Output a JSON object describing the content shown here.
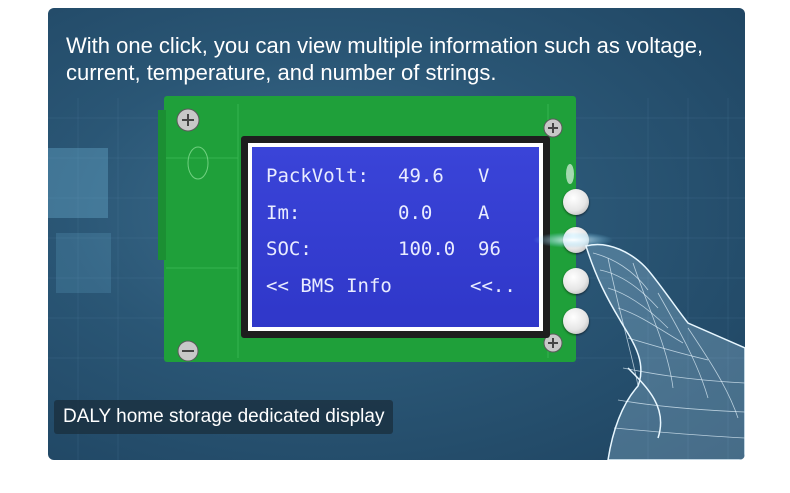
{
  "headline": "With one click, you can view multiple information such as voltage, current, temperature, and number of strings.",
  "lcd": {
    "row1": {
      "label": "PackVolt:",
      "value": "49.6",
      "unit": "V"
    },
    "row2": {
      "label": "Im:",
      "value": "0.0",
      "unit": "A"
    },
    "row3": {
      "label": "SOC:",
      "value": "100.0",
      "unit": "96"
    },
    "row4": {
      "left": "<< BMS Info",
      "right": "<<.."
    }
  },
  "caption": "DALY home storage dedicated display",
  "colors": {
    "board_green": "#1fa03a",
    "lcd_blue": "#3a44d8",
    "background_blue": "#2a5675"
  },
  "icons": [
    "screw-icon",
    "hand-wireframe-icon",
    "push-button-icon"
  ]
}
